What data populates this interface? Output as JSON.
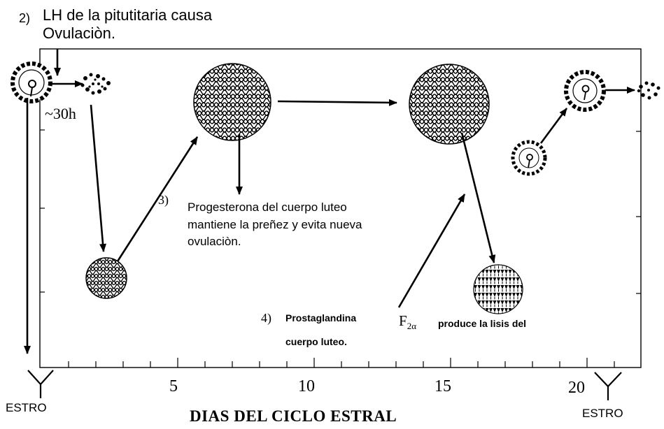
{
  "notes": {
    "lh_number": "2)",
    "lh_line1": "LH de la pitutitaria causa",
    "lh_line2": "Ovulaciòn.",
    "time_label": "~30h",
    "progesterone_number": "3)",
    "progesterone_line1": "Progesterona del cuerpo luteo",
    "progesterone_line2": "mantiene la preñez y evita nueva",
    "progesterone_line3": "ovulaciòn.",
    "prostaglandin_number": "4)",
    "prostaglandin_word": "Prostaglandina",
    "prostaglandin_symbol_base": "F",
    "prostaglandin_symbol_sub": "2α",
    "prostaglandin_tail": "produce la lisis del",
    "prostaglandin_line2": "cuerpo luteo."
  },
  "axis": {
    "title": "DIAS DEL CICLO ESTRAL",
    "ticks": [
      "5",
      "10",
      "15",
      "20"
    ],
    "estro_left": "ESTRO",
    "estro_right": "ESTRO"
  },
  "colors": {
    "ink": "#000000",
    "background": "#ffffff"
  }
}
